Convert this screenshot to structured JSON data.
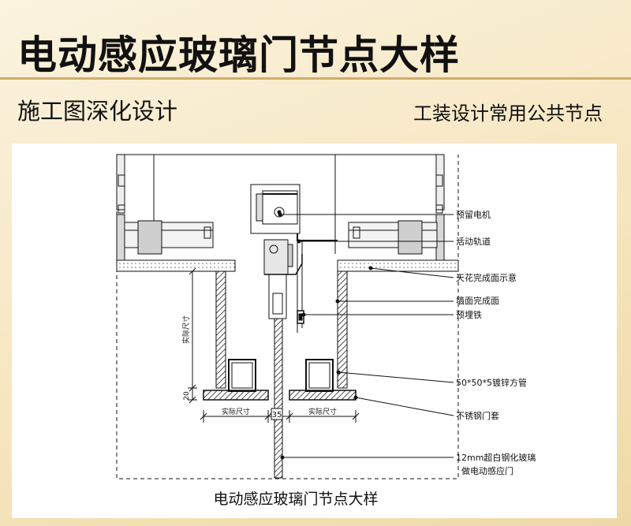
{
  "header": {
    "title": "电动感应玻璃门节点大样",
    "subtitle_left": "施工图深化设计",
    "subtitle_right": "工装设计常用公共节点"
  },
  "drawing": {
    "caption": "电动感应玻璃门节点大样",
    "callouts": [
      "预留电机",
      "活动轨道",
      "天花完成面示意",
      "墙面完成面",
      "预埋铁",
      "50*50*5镀锌方管",
      "不锈钢门套"
    ],
    "glass_note_line1": "12mm超白钢化玻璃",
    "glass_note_line2": "做电动感应门",
    "dimensions": {
      "vertical_label": "实际尺寸",
      "bottom_value": "20",
      "left_width_label": "实际尺寸",
      "glass_gap": "35",
      "right_width_label": "实际尺寸"
    }
  }
}
